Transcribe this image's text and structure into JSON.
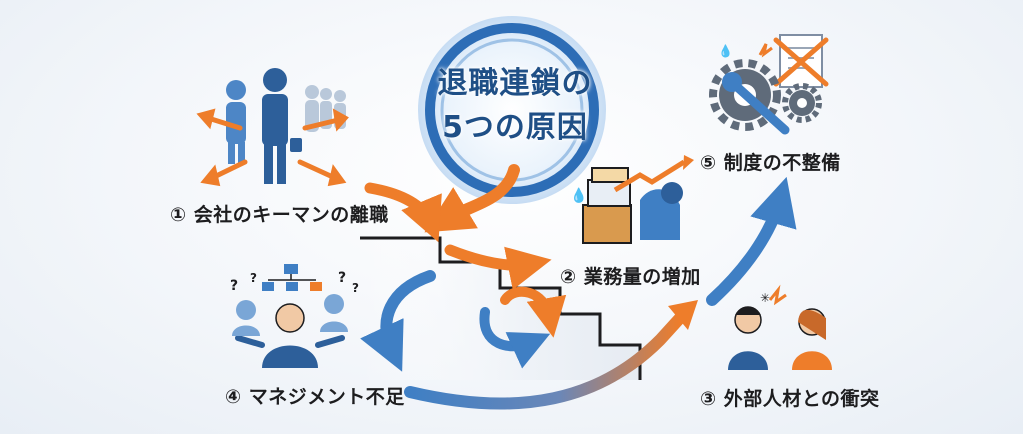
{
  "center": {
    "line1": "退職連鎖の",
    "line2": "5つの原因"
  },
  "causes": [
    {
      "label": "① 会社のキーマンの離職"
    },
    {
      "label": "② 業務量の増加"
    },
    {
      "label": "③ 外部人材との衝突"
    },
    {
      "label": "④ マネジメント不足"
    },
    {
      "label": "⑤ 制度の不整備"
    }
  ],
  "icons": {
    "cause1": "departing-people-icon",
    "cause2": "overworked-person-icon",
    "cause3": "conflict-people-icon",
    "cause4": "confused-manager-icon",
    "cause5": "gears-wrench-icon"
  },
  "colors": {
    "orange": "#ee7d2a",
    "blue": "#3f7fc4",
    "navy": "#1f4f86"
  }
}
